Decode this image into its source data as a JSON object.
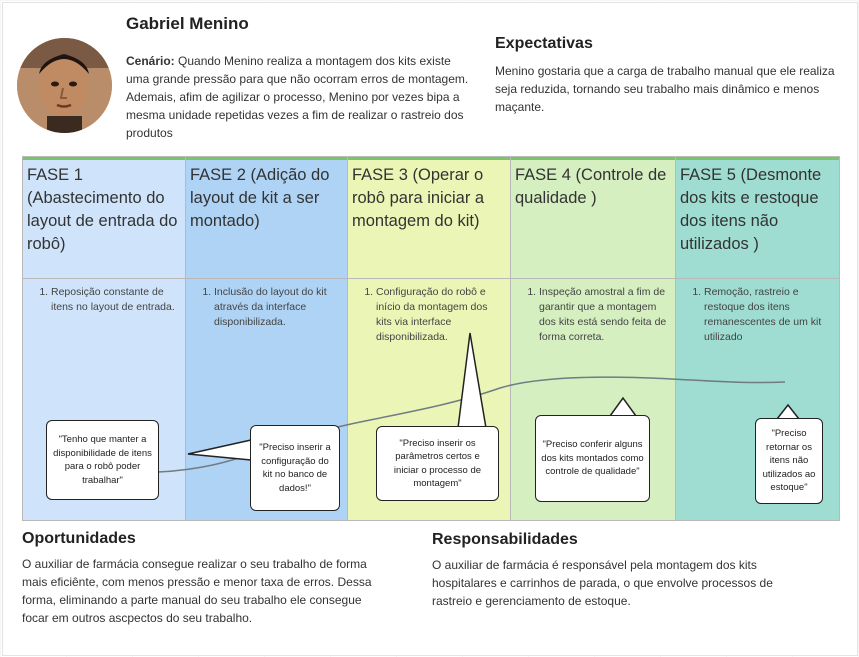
{
  "persona": {
    "name": "Gabriel Menino",
    "scenario_label": "Cenário:",
    "scenario_text": " Quando Menino realiza a montagem dos kits existe uma grande pressão para que não ocorram erros de montagem. Ademais, afim de agilizar o processo, Menino por vezes bipa a mesma unidade repetidas vezes a fim de realizar o rastreio dos produtos"
  },
  "expectations": {
    "title": "Expectativas",
    "text": "Menino gostaria que a carga de trabalho manual que ele realiza seja reduzida, tornando seu trabalho mais dinâmico e menos maçante."
  },
  "phases": [
    {
      "title": "FASE 1 (Abastecimento do layout de entrada do robô)",
      "items": [
        "Reposição constante de itens no layout de entrada."
      ],
      "color": "#cfe4fb"
    },
    {
      "title": "FASE 2 (Adição do layout de kit a ser montado)",
      "items": [
        "Inclusão do layout do kit através da interface disponibilizada."
      ],
      "color": "#aed3f5"
    },
    {
      "title": "FASE 3 (Operar o robô para iniciar a montagem do kit)",
      "items": [
        "Configuração do robô e início da montagem dos kits via interface disponibilizada."
      ],
      "color": "#ebf6b6"
    },
    {
      "title": "FASE 4 (Controle de qualidade )",
      "items": [
        "Inspeção amostral a fim de garantir que a montagem dos kits está sendo feita de forma correta."
      ],
      "color": "#d5efc0"
    },
    {
      "title": "FASE 5 (Desmonte dos kits e restoque dos itens não utilizados )",
      "items": [
        "Remoção, rastreio e restoque dos itens remanescentes de um kit utilizado"
      ],
      "color": "#9fdcd1"
    }
  ],
  "quotes": [
    "\"Tenho que manter a disponibilidade de itens para o robô poder trabalhar\"",
    "\"Preciso inserir a configuração do kit no banco de dados!\"",
    "\"Preciso inserir os parâmetros certos e iniciar o processo de montagem\"",
    "\"Preciso conferir alguns dos kits montados como controle de qualidade\"",
    "\"Preciso retornar os itens não utilizados ao estoque\""
  ],
  "opportunities": {
    "title": "Oportunidades",
    "text": "O auxiliar de farmácia consegue realizar o seu trabalho de forma mais eficiênte, com menos pressão e menor taxa de erros. Dessa forma, eliminando a parte manual do seu trabalho ele consegue focar em outros ascpectos do seu trabalho."
  },
  "responsibilities": {
    "title": "Responsabilidades",
    "text": "O auxiliar de farmácia é responsável pela montagem dos kits hospitalares e carrinhos de parada, o que envolve processos de rastreio e gerenciamento de estoque."
  }
}
